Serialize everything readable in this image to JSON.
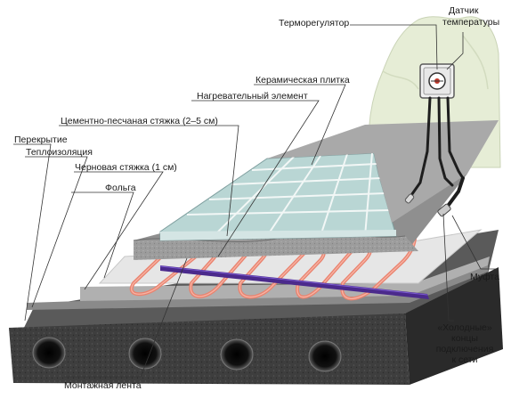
{
  "labels": {
    "thermostat": "Терморегулятор",
    "sensor_line1": "Датчик",
    "sensor_line2": "температуры",
    "tile": "Керамическая плитка",
    "heating_element": "Нагревательный элемент",
    "screed": "Цементно-песчаная стяжка (2–5 см)",
    "slab": "Перекрытие",
    "insulation": "Теплоизоляция",
    "rough_screed": "Черновая стяжка (1 см)",
    "foil": "Фольга",
    "coupling": "Муфта",
    "cold_ends_1": "«Холодные»",
    "cold_ends_2": "концы",
    "cold_ends_3": "подключения",
    "cold_ends_4": "к сети",
    "mounting_tape": "Монтажная лента"
  },
  "colors": {
    "slab": "#3b3b3b",
    "screed": "#9a9a9a",
    "tile": "#b9d6d4",
    "heating_cable": "#e9836f",
    "mounting_tape": "#4b2a8c",
    "wall": "#e6edd6",
    "cable": "#1e1e1e"
  }
}
